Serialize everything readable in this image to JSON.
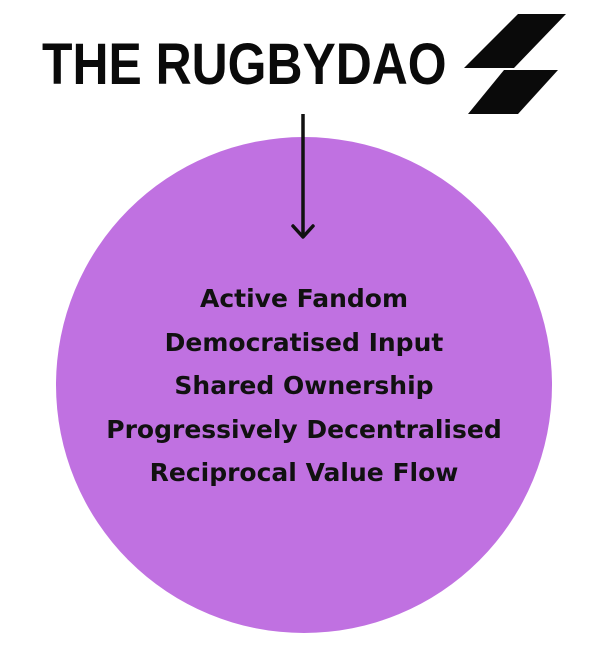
{
  "header": {
    "title": "THE RUGBYDAO",
    "logo_icon": "slanted-bars-logo-icon"
  },
  "diagram": {
    "connector_icon": "down-arrow-icon",
    "circle_color": "#c071e1",
    "values": [
      "Active Fandom",
      "Democratised Input",
      "Shared Ownership",
      "Progressively Decentralised",
      "Reciprocal Value Flow"
    ]
  }
}
